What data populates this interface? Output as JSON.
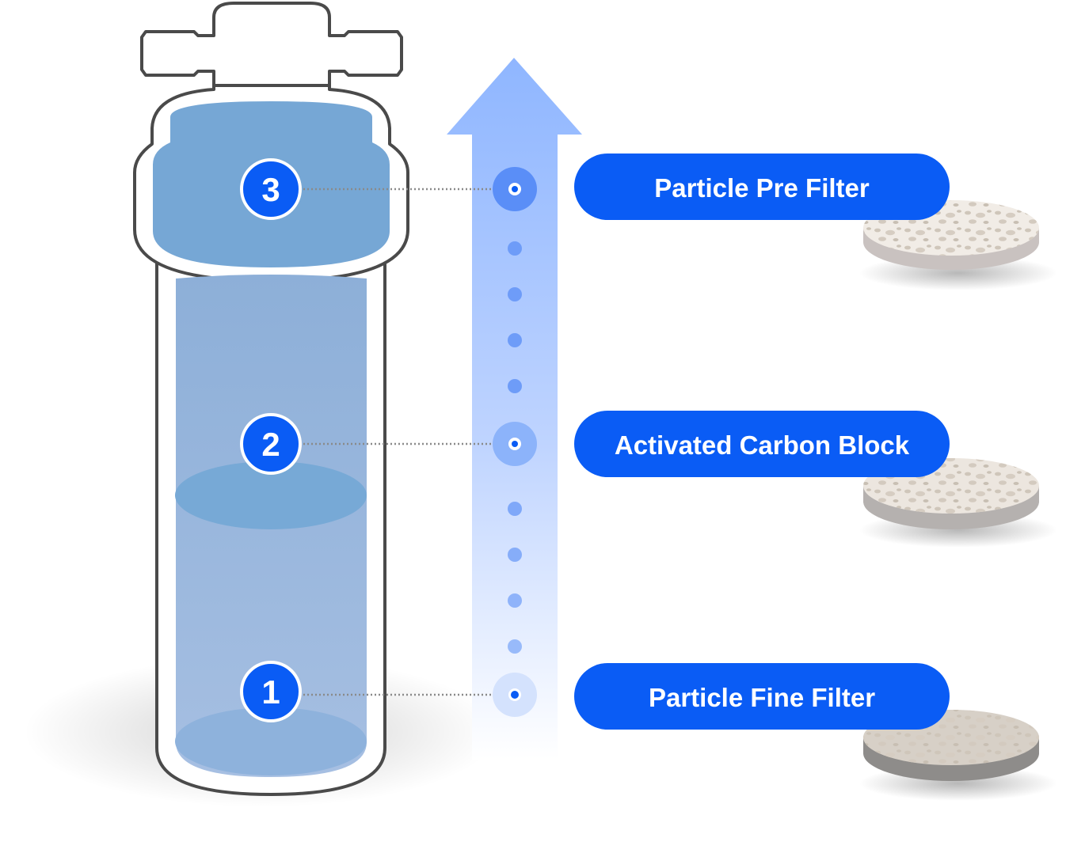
{
  "stages": [
    {
      "number": "3",
      "label": "Particle Pre Filter"
    },
    {
      "number": "2",
      "label": "Activated Carbon Block"
    },
    {
      "number": "1",
      "label": "Particle Fine Filter"
    }
  ],
  "colors": {
    "accent_blue": "#0A5CF5",
    "water_blue": "#78A8D6",
    "arrow_blue": "#8FB6FF",
    "housing_outline": "#4A4A4A",
    "disk_fine": "#9A9A9A",
    "disk_carbon": "#BDBDBD",
    "disk_pre": "#DCDCDC"
  },
  "icons": {
    "flow_arrow": "up-arrow-icon",
    "stage_marker": "ring-dot-icon",
    "filter_media": "porous-disk-icon"
  }
}
